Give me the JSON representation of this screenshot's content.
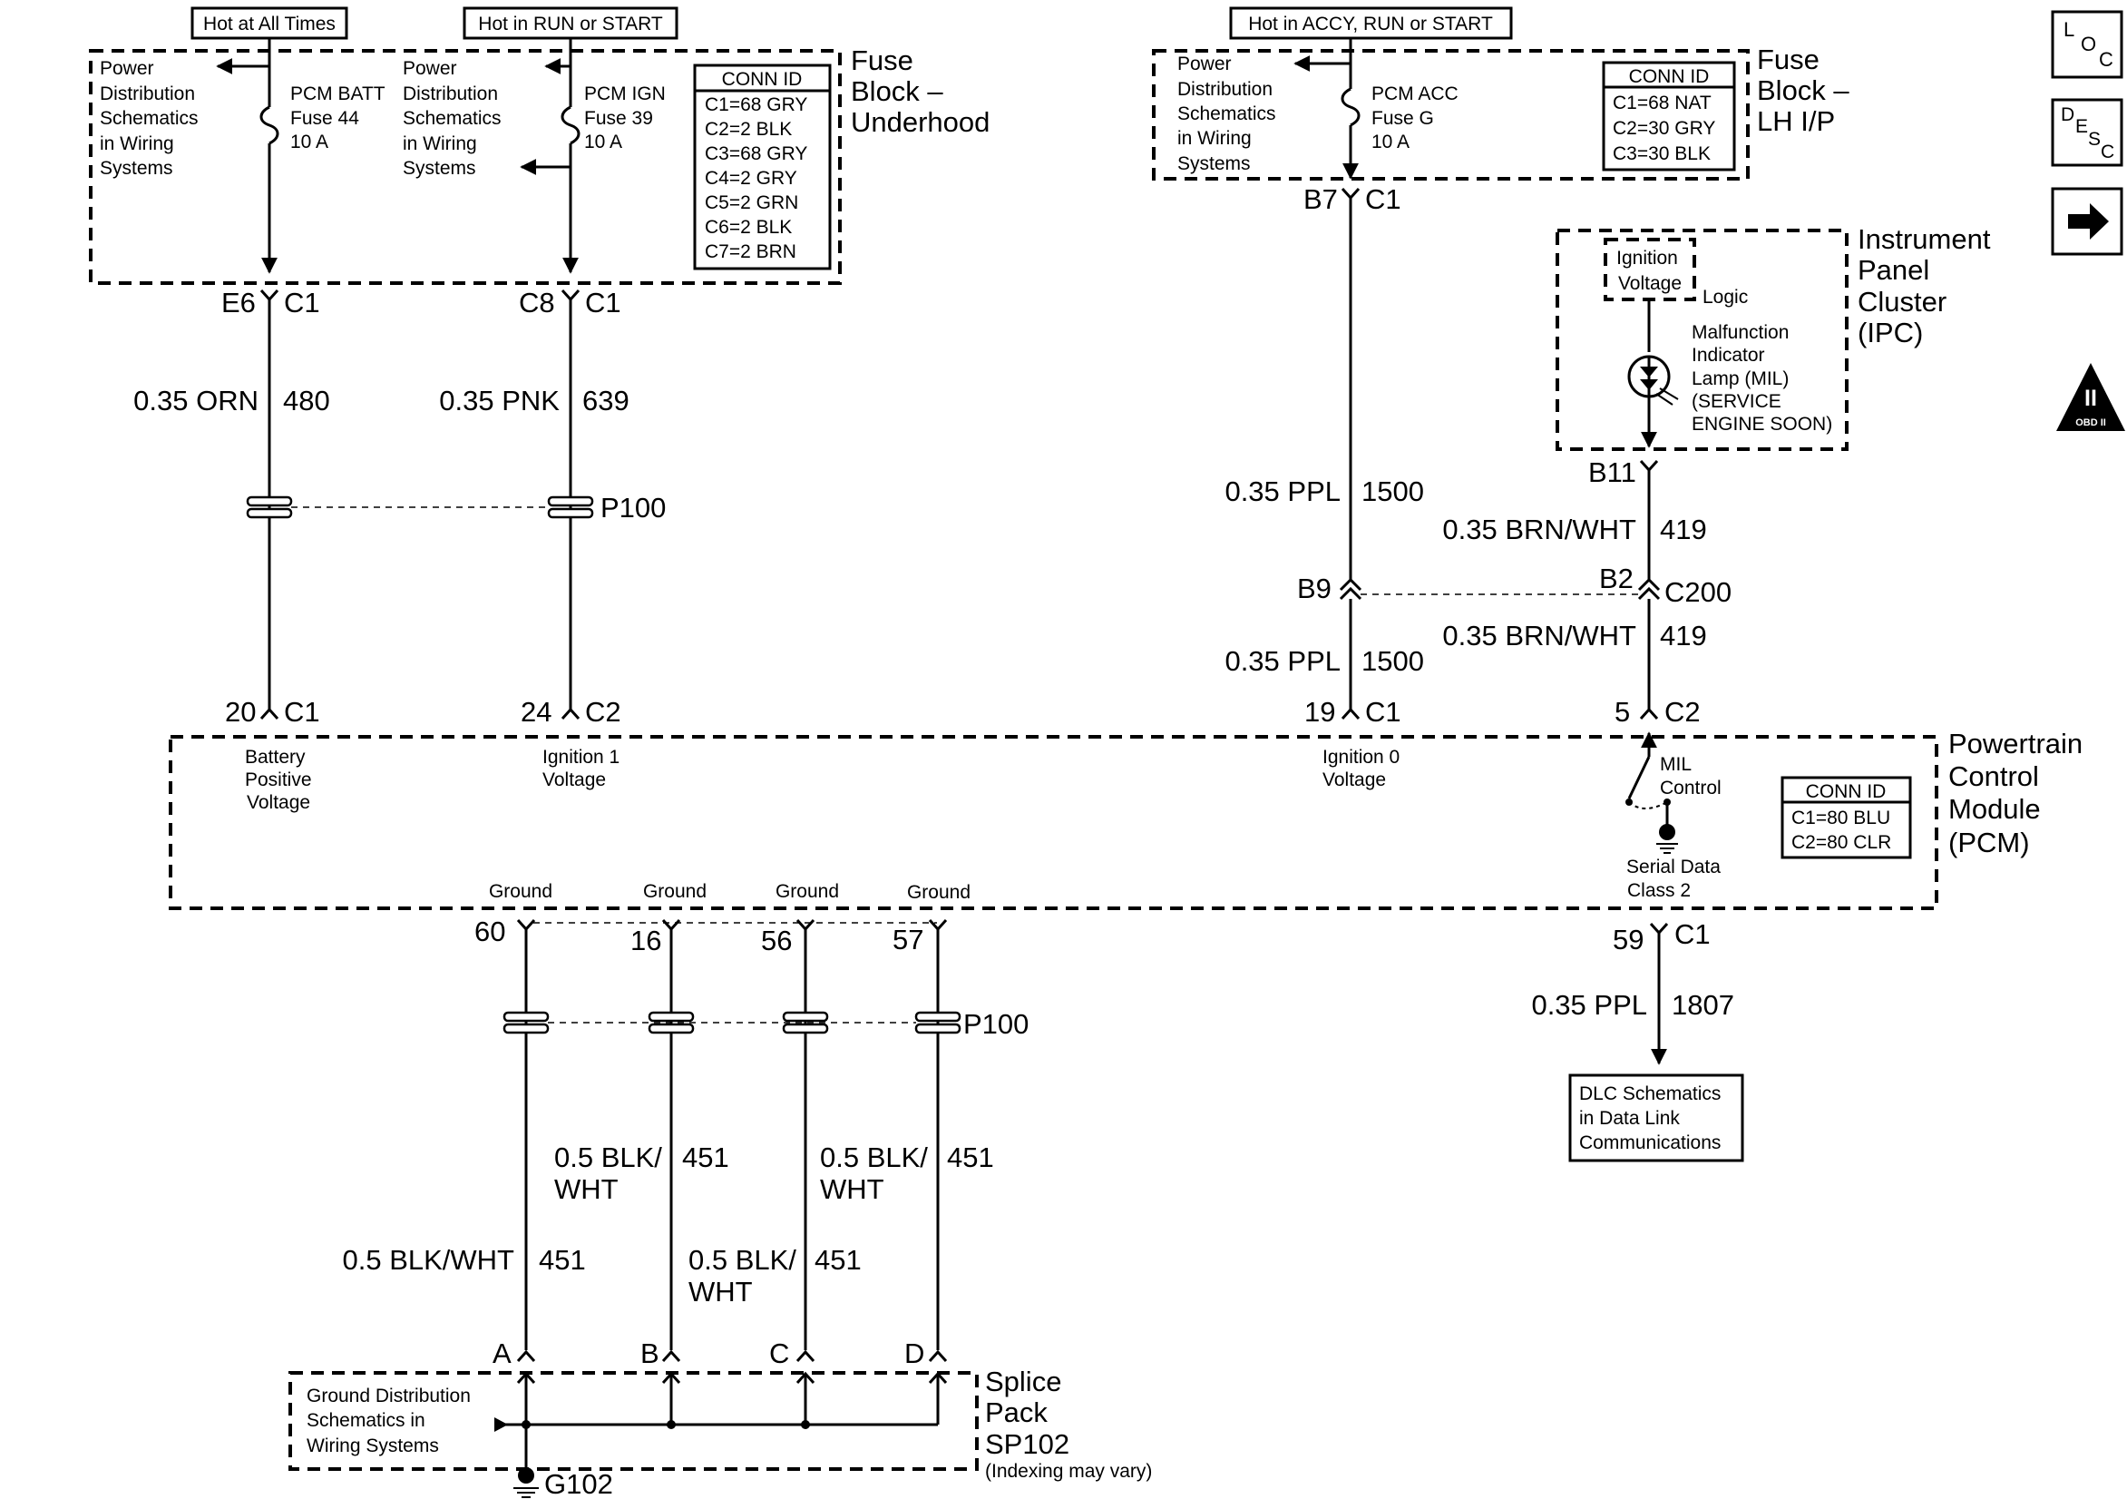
{
  "hot_labels": {
    "always": "Hot at All Times",
    "run_start": "Hot in RUN or START",
    "accy_run_start": "Hot in ACCY, RUN or START"
  },
  "power_dist": {
    "l1": "Power",
    "l2": "Distribution",
    "l3": "Schematics",
    "l4": "in Wiring",
    "l5": "Systems"
  },
  "fuse_block_underhood": {
    "title": [
      "Fuse",
      "Block –",
      "Underhood"
    ],
    "batt_fuse": [
      "PCM BATT",
      "Fuse 44",
      "10 A"
    ],
    "ign_fuse": [
      "PCM IGN",
      "Fuse 39",
      "10 A"
    ],
    "conn_id_header": "CONN ID",
    "conn_ids": [
      "C1=68 GRY",
      "C2=2 BLK",
      "C3=68 GRY",
      "C4=2 GRY",
      "C5=2 GRN",
      "C6=2 BLK",
      "C7=2 BRN"
    ]
  },
  "fuse_block_lh": {
    "title": [
      "Fuse",
      "Block –",
      "LH I/P"
    ],
    "acc_fuse": [
      "PCM ACC",
      "Fuse G",
      "10 A"
    ],
    "conn_id_header": "CONN ID",
    "conn_ids": [
      "C1=68 NAT",
      "C2=30 GRY",
      "C3=30 BLK"
    ]
  },
  "ipc": {
    "title": [
      "Instrument",
      "Panel",
      "Cluster",
      "(IPC)"
    ],
    "ign_voltage": [
      "Ignition",
      "Voltage"
    ],
    "logic": "Logic",
    "mil": [
      "Malfunction",
      "Indicator",
      "Lamp (MIL)",
      "(SERVICE",
      "ENGINE SOON)"
    ]
  },
  "pcm": {
    "title": [
      "Powertrain",
      "Control",
      "Module",
      "(PCM)"
    ],
    "battery": [
      "Battery",
      "Positive",
      "Voltage"
    ],
    "ign1": [
      "Ignition 1",
      "Voltage"
    ],
    "ign0": [
      "Ignition 0",
      "Voltage"
    ],
    "mil_control": [
      "MIL",
      "Control"
    ],
    "serial": [
      "Serial Data",
      "Class 2"
    ],
    "ground": "Ground",
    "conn_id_header": "CONN ID",
    "conn_ids": [
      "C1=80 BLU",
      "C2=80 CLR"
    ]
  },
  "connectors": {
    "e6": "E6",
    "c8": "C8",
    "c1": "C1",
    "c2": "C2",
    "b7": "B7",
    "b9": "B9",
    "b2": "B2",
    "b11": "B11",
    "c200": "C200",
    "p100": "P100",
    "p20": "20",
    "p24": "24",
    "p19": "19",
    "p5": "5",
    "p59": "59",
    "p60": "60",
    "p16": "16",
    "p56": "56",
    "p57": "57",
    "sa": "A",
    "sb": "B",
    "sc": "C",
    "sd": "D",
    "g102": "G102"
  },
  "wires": {
    "orn_size": "0.35 ORN",
    "orn_ckt": "480",
    "pnk_size": "0.35 PNK",
    "pnk_ckt": "639",
    "ppl_size": "0.35 PPL",
    "ppl_ckt": "1500",
    "brnwht_size": "0.35 BRN/WHT",
    "brnwht_ckt": "419",
    "ppl2_size": "0.35 PPL",
    "ppl2_ckt": "1807",
    "blkwht_full": "0.5 BLK/WHT",
    "blkwht_a": "0.5 BLK/",
    "blkwht_b": "WHT",
    "ckt451": "451"
  },
  "dlc": [
    "DLC Schematics",
    "in Data Link",
    "Communications"
  ],
  "splice": {
    "title": [
      "Splice",
      "Pack",
      "SP102"
    ],
    "note": "(Indexing may vary)",
    "ground_dist": [
      "Ground Distribution",
      "Schematics in",
      "Wiring Systems"
    ]
  },
  "nav": {
    "loc": [
      "L",
      "O",
      "C"
    ],
    "desc": [
      "D",
      "E",
      "S",
      "C"
    ],
    "obd_roman": "II",
    "obd_sub": "OBD II"
  }
}
